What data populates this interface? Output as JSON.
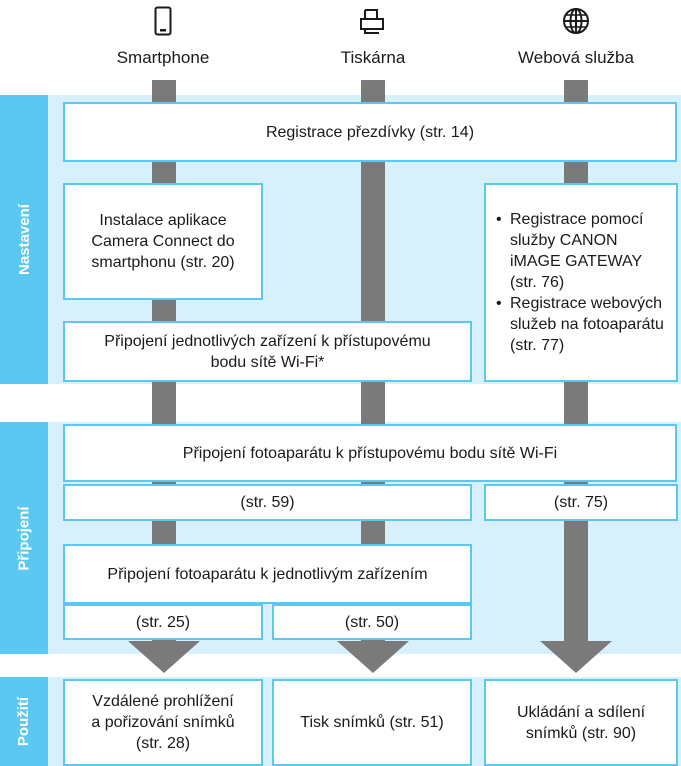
{
  "columns": {
    "smartphone": {
      "label": "Smartphone",
      "icon": "smartphone-icon"
    },
    "printer": {
      "label": "Tiskárna",
      "icon": "printer-icon"
    },
    "web": {
      "label": "Webová služba",
      "icon": "globe-icon"
    }
  },
  "sections": {
    "setup": "Nastavení",
    "connect": "Připojení",
    "use": "Použití"
  },
  "boxes": {
    "nickname": "Registrace přezdívky (str. 14)",
    "install_line1": "Instalace aplikace",
    "install_line2": "Camera Connect do",
    "install_line3": "smartphonu (str. 20)",
    "connect_devices_line1": "Připojení jednotlivých zařízení k přístupovému",
    "connect_devices_line2": "bodu sítě Wi-Fi*",
    "web_reg": [
      "Registrace pomocí služby CANON iMAGE GATEWAY (str. 76)",
      "Registrace webových služeb na fotoaparátu (str. 77)"
    ],
    "camera_ap": "Připojení fotoaparátu k přístupovému bodu sítě Wi-Fi",
    "ref_59": "(str. 59)",
    "ref_75": "(str. 75)",
    "camera_devices": "Připojení fotoaparátu k jednotlivým zařízením",
    "ref_25": "(str. 25)",
    "ref_50": "(str. 50)",
    "remote_line1": "Vzdálené prohlížení",
    "remote_line2": "a pořizování snímků",
    "remote_line3": "(str. 28)",
    "print": "Tisk snímků (str. 51)",
    "save_line1": "Ukládání a sdílení",
    "save_line2": "snímků (str. 90)"
  },
  "colors": {
    "accent": "#5bc8f2",
    "band": "#d7f1fc",
    "connector": "#7a7a7a"
  }
}
